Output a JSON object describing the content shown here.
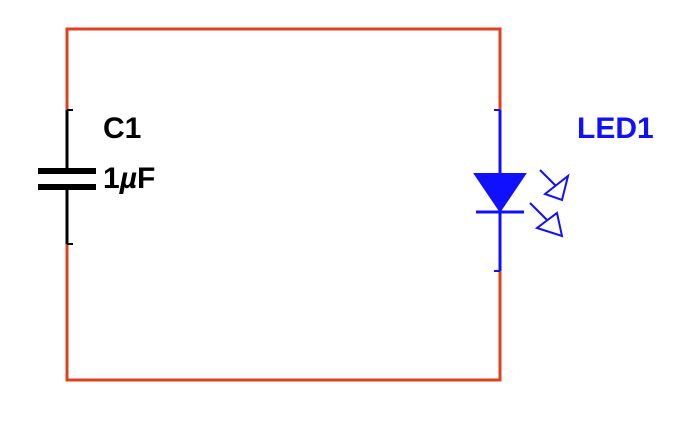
{
  "colors": {
    "wire": "#e0401f",
    "capacitor": "#000000",
    "led": "#1010ff"
  },
  "components": {
    "capacitor": {
      "reference": "C1",
      "value": "1µF",
      "value_number": "1",
      "value_prefix": "µ",
      "value_unit": "F"
    },
    "led": {
      "reference": "LED1"
    }
  }
}
